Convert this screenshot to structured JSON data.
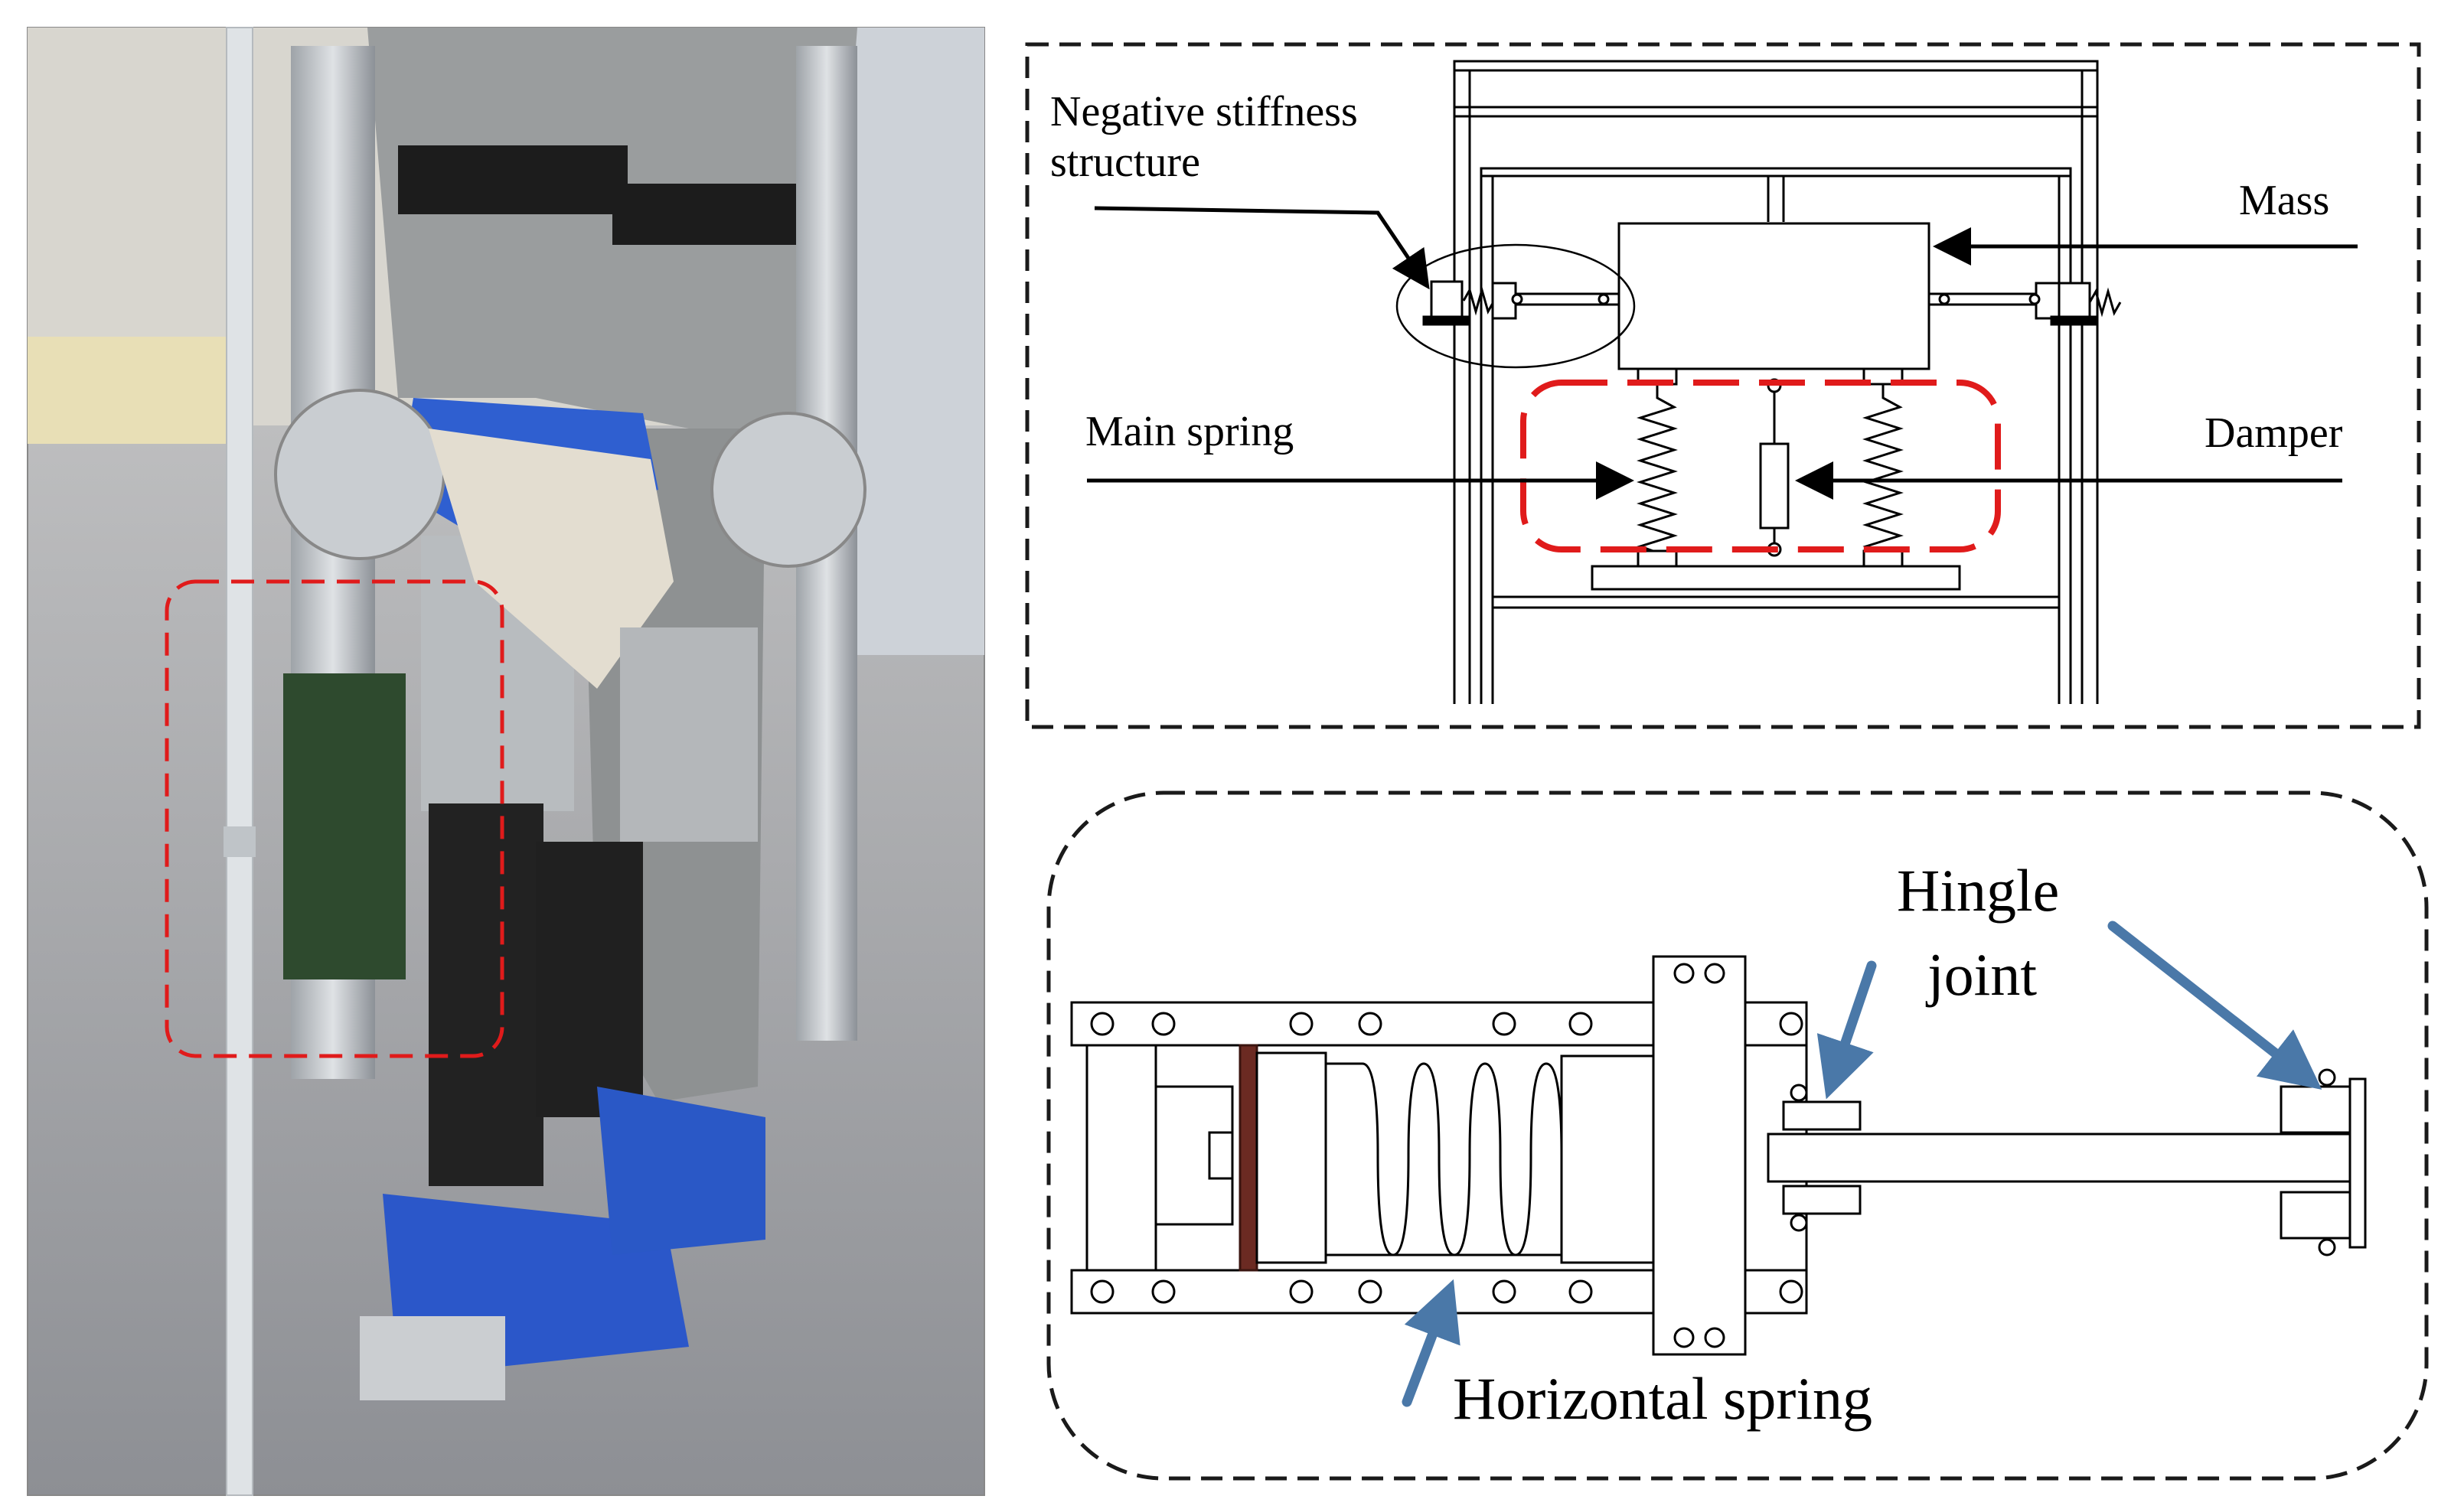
{
  "top_diagram": {
    "labels": {
      "negative_stiffness_line1": "Negative stiffness",
      "negative_stiffness_line2": "structure",
      "mass": "Mass",
      "main_spring": "Main spring",
      "damper": "Damper"
    }
  },
  "bottom_diagram": {
    "labels": {
      "hingle_joint_line1": "Hingle",
      "hingle_joint_line2": "joint",
      "horizontal_spring": "Horizontal spring"
    }
  },
  "colors": {
    "highlight_dash": "#e01b1b",
    "callout_arrow": "#4a78a8",
    "outline_dash": "#1a1a1a",
    "spring_end_plate": "#6b2a22"
  }
}
